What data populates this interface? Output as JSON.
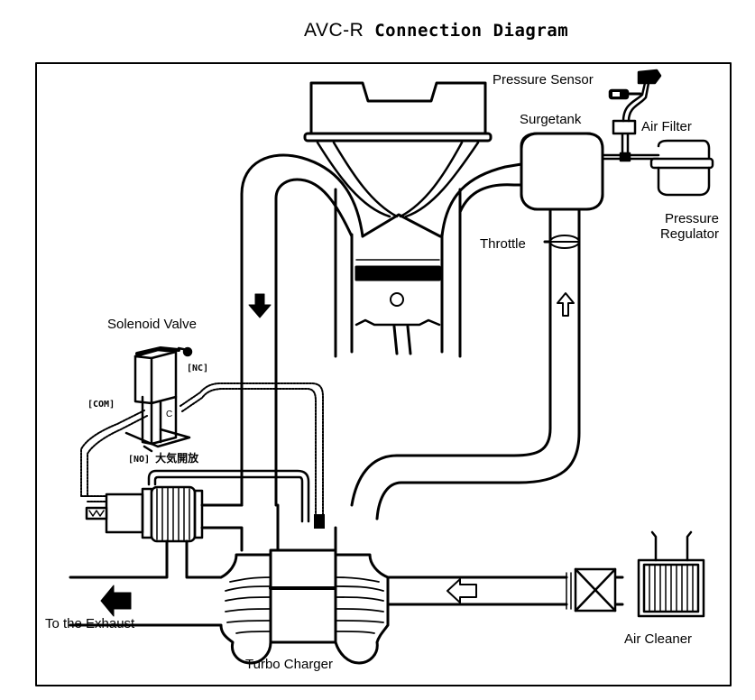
{
  "title": {
    "prefix": "AVC-R",
    "rest": "Connection Diagram"
  },
  "labels": {
    "pressure_sensor": "Pressure Sensor",
    "surgetank": "Surgetank",
    "air_filter": "Air Filter",
    "pressure_regulator_line1": "Pressure",
    "pressure_regulator_line2": "Regulator",
    "throttle": "Throttle",
    "solenoid_valve": "Solenoid Valve",
    "port_nc": "[NC]",
    "port_com": "[COM]",
    "port_no": "[NO]",
    "port_no_note": "大気開放",
    "to_exhaust": "To the Exhaust",
    "turbo_charger": "Turbo Charger",
    "air_cleaner": "Air Cleaner"
  },
  "flow_arrows": [
    {
      "name": "exhaust-flow-down-arrow",
      "direction": "down",
      "style": "filled"
    },
    {
      "name": "intake-flow-up-arrow",
      "direction": "up",
      "style": "outline"
    },
    {
      "name": "intake-flow-left-arrow",
      "direction": "left",
      "style": "outline"
    },
    {
      "name": "exhaust-out-arrow",
      "direction": "left",
      "style": "filled"
    }
  ],
  "colors": {
    "ink": "#000000",
    "paper": "#ffffff"
  }
}
